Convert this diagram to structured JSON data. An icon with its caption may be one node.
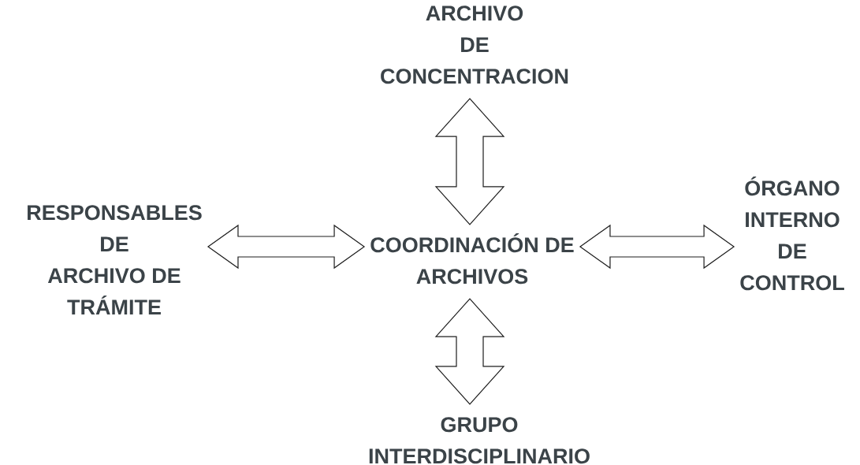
{
  "diagram": {
    "nodes": [
      {
        "text": [
          "ARCHIVO DE CONCENTRACION"
        ]
      },
      {
        "text": [
          "RESPONSABLES DE ARCHIVO DE TRÁMITE"
        ]
      },
      {
        "text": [
          "COORDINACIÓN DE ARCHIVOS"
        ]
      },
      {
        "text": [
          "ÓRGANO INTERNO DE CONTROL"
        ]
      },
      {
        "text": [
          "GRUPO INTERDISCIPLINARIO"
        ]
      }
    ],
    "edges": [
      {
        "from": 2,
        "to": 0,
        "arrow": "both"
      },
      {
        "from": 1,
        "to": 2,
        "arrow": "both"
      },
      {
        "from": 2,
        "to": 3,
        "arrow": "both"
      },
      {
        "from": 2,
        "to": 4,
        "arrow": "both"
      }
    ]
  }
}
